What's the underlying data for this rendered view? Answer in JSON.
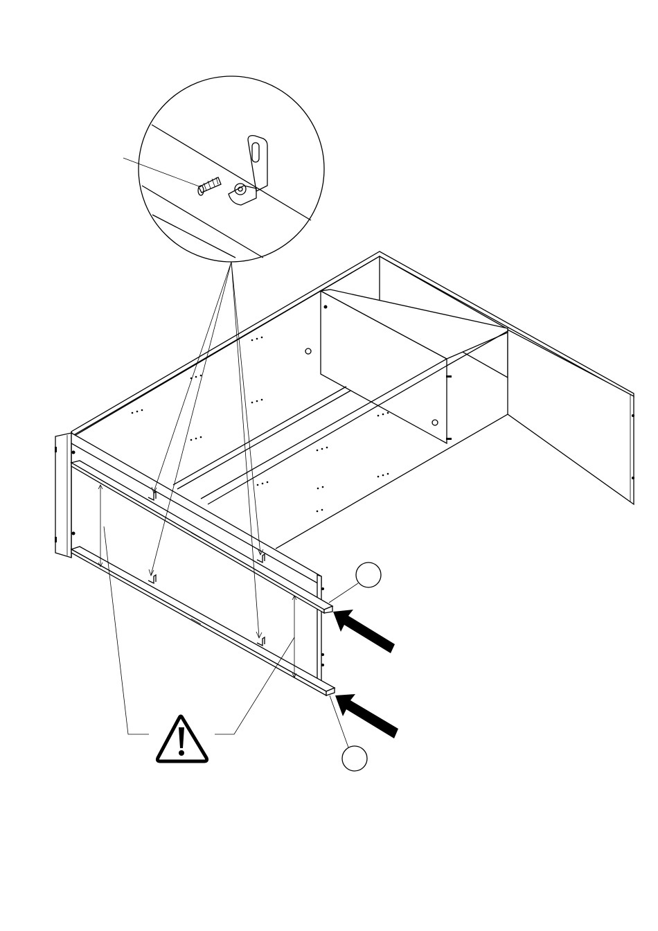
{
  "diagram": {
    "detail_callout": {
      "hardware": [
        "screw",
        "angle-bracket"
      ]
    },
    "part_labels": [
      "",
      ""
    ],
    "warning": {
      "icon": "warning-triangle-icon"
    },
    "insert_arrows": 2,
    "colors": {
      "ink": "#000000",
      "paper": "#ffffff"
    }
  }
}
